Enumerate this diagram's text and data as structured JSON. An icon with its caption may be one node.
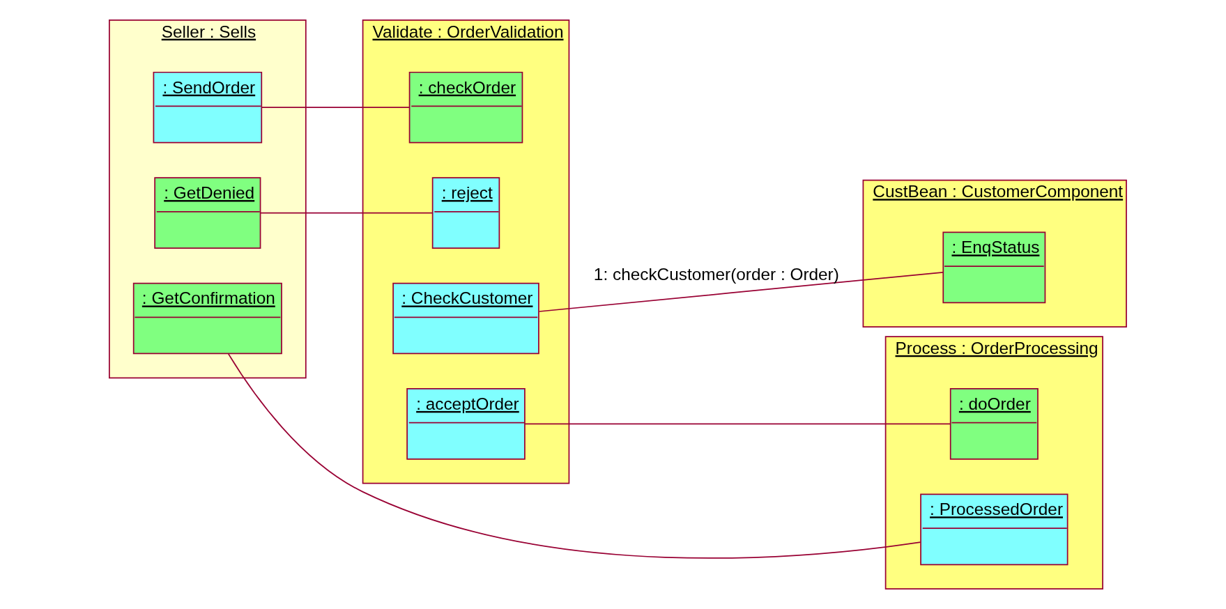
{
  "diagram": {
    "nodes": [
      {
        "text": [
          "Seller : Sells"
        ]
      },
      {
        "text": [
          ": SendOrder"
        ],
        "in": 0
      },
      {
        "text": [
          ": GetDenied"
        ],
        "in": 0
      },
      {
        "text": [
          ": GetConfirmation"
        ],
        "in": 0
      },
      {
        "text": [
          "Validate : OrderValidation"
        ]
      },
      {
        "text": [
          ": checkOrder"
        ],
        "in": 4
      },
      {
        "text": [
          ": reject"
        ],
        "in": 4
      },
      {
        "text": [
          ": CheckCustomer"
        ],
        "in": 4
      },
      {
        "text": [
          ": acceptOrder"
        ],
        "in": 4
      },
      {
        "text": [
          "CustBean : CustomerComponent"
        ]
      },
      {
        "text": [
          ": EnqStatus"
        ],
        "in": 9
      },
      {
        "text": [
          "Process : OrderProcessing"
        ]
      },
      {
        "text": [
          ": doOrder"
        ],
        "in": 11
      },
      {
        "text": [
          ": ProcessedOrder"
        ],
        "in": 11
      }
    ],
    "edges": [
      {
        "from": 1,
        "to": 5,
        "arrow": "none"
      },
      {
        "from": 2,
        "to": 6,
        "arrow": "none"
      },
      {
        "from": 7,
        "to": 10,
        "arrow": "none",
        "label": "1: checkCustomer(order : Order)"
      },
      {
        "from": 8,
        "to": 12,
        "arrow": "none"
      },
      {
        "from": 3,
        "to": 13,
        "arrow": "none"
      }
    ]
  }
}
